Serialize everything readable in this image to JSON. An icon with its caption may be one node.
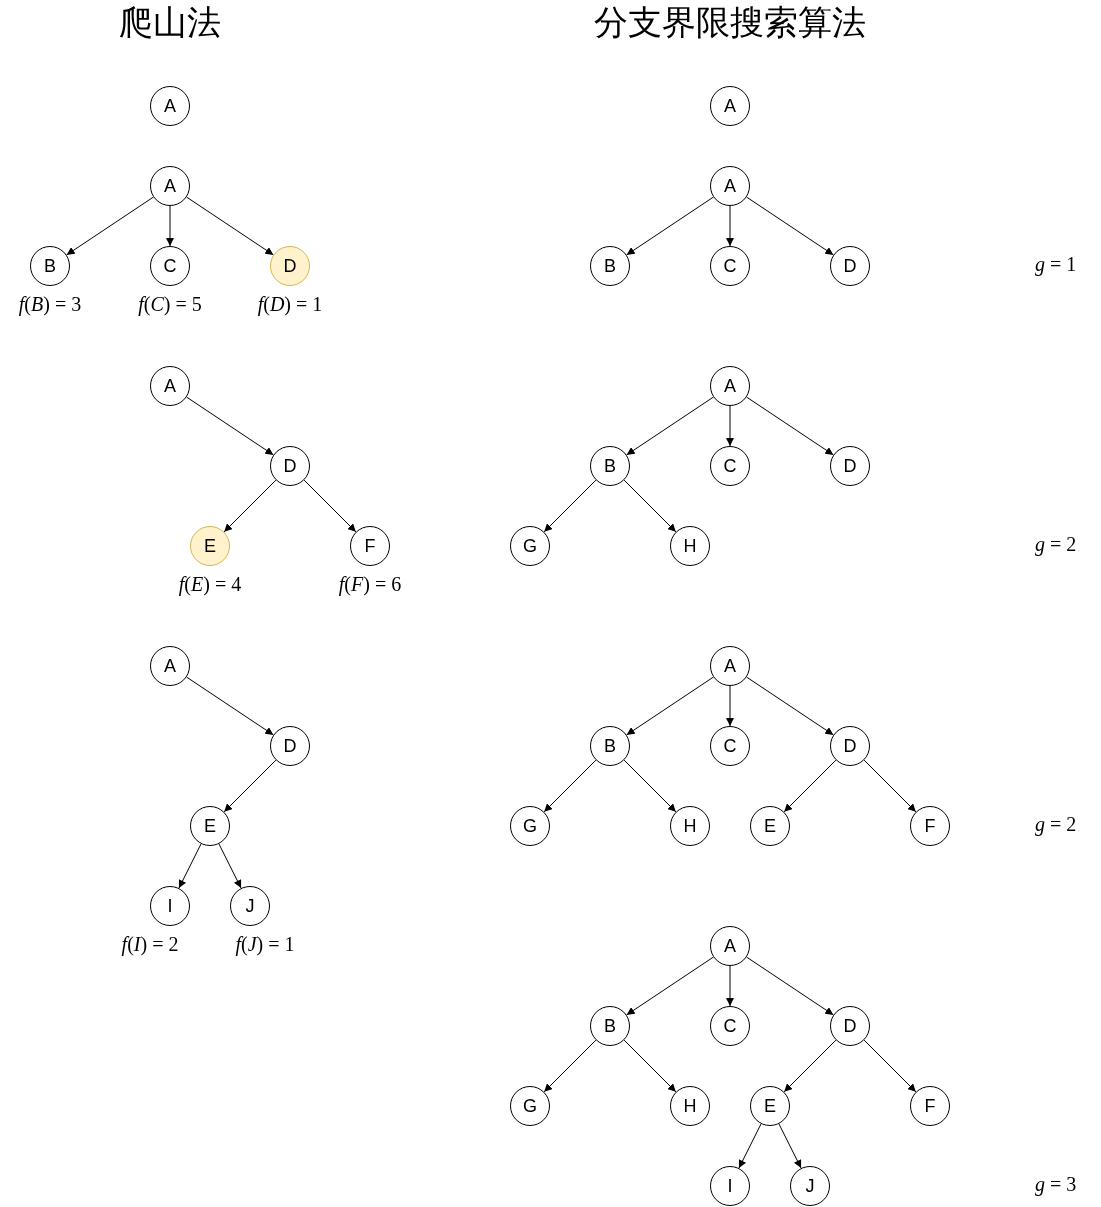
{
  "diagram": {
    "nodes": [
      {
        "text": [
          "A"
        ]
      },
      {
        "text": [
          "A"
        ]
      },
      {
        "text": [
          "B"
        ],
        "beside": [
          "*f*(*B*) = 3"
        ]
      },
      {
        "text": [
          "C"
        ],
        "beside": [
          "*f*(*C*) = 5"
        ]
      },
      {
        "text": [
          "D"
        ],
        "beside": [
          "*f*(*D*) = 1"
        ]
      },
      {
        "text": [
          "A"
        ]
      },
      {
        "text": [
          "D"
        ]
      },
      {
        "text": [
          "E"
        ],
        "beside": [
          "*f*(*E*) = 4"
        ]
      },
      {
        "text": [
          "F"
        ],
        "beside": [
          "*f*(*F*) = 6"
        ]
      },
      {
        "text": [
          "A"
        ]
      },
      {
        "text": [
          "D"
        ]
      },
      {
        "text": [
          "E"
        ]
      },
      {
        "text": [
          "I"
        ],
        "beside": [
          "*f*(*I*) = 2"
        ]
      },
      {
        "text": [
          "J"
        ],
        "beside": [
          "*f*(*J*) = 1"
        ]
      },
      {
        "text": [
          "A"
        ]
      },
      {
        "text": [
          "A"
        ]
      },
      {
        "text": [
          "B"
        ]
      },
      {
        "text": [
          "C"
        ]
      },
      {
        "text": [
          "D"
        ]
      },
      {
        "text": [
          "A"
        ]
      },
      {
        "text": [
          "B"
        ]
      },
      {
        "text": [
          "C"
        ]
      },
      {
        "text": [
          "D"
        ]
      },
      {
        "text": [
          "G"
        ]
      },
      {
        "text": [
          "H"
        ]
      },
      {
        "text": [
          "A"
        ]
      },
      {
        "text": [
          "B"
        ]
      },
      {
        "text": [
          "C"
        ]
      },
      {
        "text": [
          "D"
        ]
      },
      {
        "text": [
          "G"
        ]
      },
      {
        "text": [
          "H"
        ]
      },
      {
        "text": [
          "E"
        ]
      },
      {
        "text": [
          "F"
        ]
      },
      {
        "text": [
          "A"
        ]
      },
      {
        "text": [
          "B"
        ]
      },
      {
        "text": [
          "C"
        ]
      },
      {
        "text": [
          "D"
        ]
      },
      {
        "text": [
          "G"
        ]
      },
      {
        "text": [
          "H"
        ]
      },
      {
        "text": [
          "E"
        ]
      },
      {
        "text": [
          "F"
        ]
      },
      {
        "text": [
          "I"
        ]
      },
      {
        "text": [
          "J"
        ]
      }
    ],
    "edges": [
      {
        "from": 1,
        "to": 2,
        "arrow": "to"
      },
      {
        "from": 1,
        "to": 3,
        "arrow": "to"
      },
      {
        "from": 1,
        "to": 4,
        "arrow": "to"
      },
      {
        "from": 5,
        "to": 6,
        "arrow": "to"
      },
      {
        "from": 6,
        "to": 7,
        "arrow": "to"
      },
      {
        "from": 6,
        "to": 8,
        "arrow": "to"
      },
      {
        "from": 9,
        "to": 10,
        "arrow": "to"
      },
      {
        "from": 10,
        "to": 11,
        "arrow": "to"
      },
      {
        "from": 11,
        "to": 12,
        "arrow": "to"
      },
      {
        "from": 11,
        "to": 13,
        "arrow": "to"
      },
      {
        "from": 15,
        "to": 16,
        "arrow": "to"
      },
      {
        "from": 15,
        "to": 17,
        "arrow": "to"
      },
      {
        "from": 15,
        "to": 18,
        "arrow": "to"
      },
      {
        "from": 19,
        "to": 20,
        "arrow": "to"
      },
      {
        "from": 19,
        "to": 21,
        "arrow": "to"
      },
      {
        "from": 19,
        "to": 22,
        "arrow": "to"
      },
      {
        "from": 20,
        "to": 23,
        "arrow": "to"
      },
      {
        "from": 20,
        "to": 24,
        "arrow": "to"
      },
      {
        "from": 25,
        "to": 26,
        "arrow": "to"
      },
      {
        "from": 25,
        "to": 27,
        "arrow": "to"
      },
      {
        "from": 25,
        "to": 28,
        "arrow": "to"
      },
      {
        "from": 26,
        "to": 29,
        "arrow": "to"
      },
      {
        "from": 26,
        "to": 30,
        "arrow": "to"
      },
      {
        "from": 28,
        "to": 31,
        "arrow": "to"
      },
      {
        "from": 28,
        "to": 32,
        "arrow": "to"
      },
      {
        "from": 33,
        "to": 34,
        "arrow": "to"
      },
      {
        "from": 33,
        "to": 35,
        "arrow": "to"
      },
      {
        "from": 33,
        "to": 36,
        "arrow": "to"
      },
      {
        "from": 34,
        "to": 37,
        "arrow": "to"
      },
      {
        "from": 34,
        "to": 38,
        "arrow": "to"
      },
      {
        "from": 36,
        "to": 39,
        "arrow": "to"
      },
      {
        "from": 36,
        "to": 40,
        "arrow": "to"
      },
      {
        "from": 39,
        "to": 41,
        "arrow": "to"
      },
      {
        "from": 39,
        "to": 42,
        "arrow": "to"
      }
    ],
    "labels": [
      "爬山法",
      "分支界限搜索算法",
      "*g* = 1",
      "*g* = 2",
      "*g* = 2",
      "*g* = 3"
    ]
  }
}
